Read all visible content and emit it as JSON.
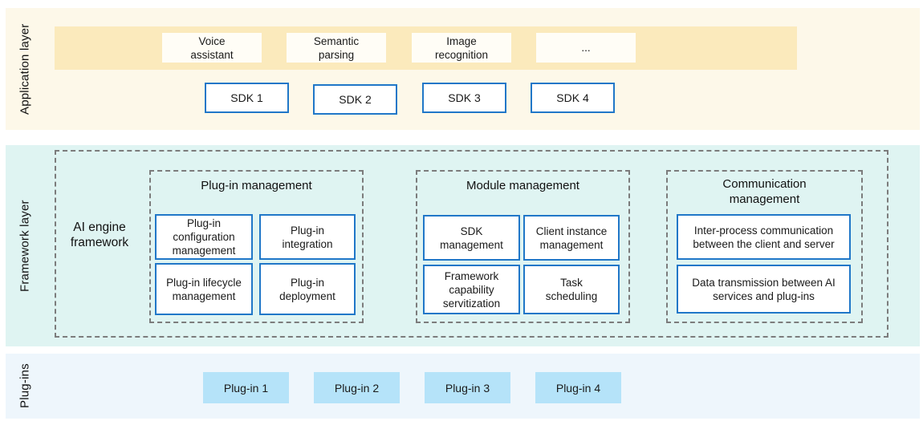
{
  "layers": {
    "application": {
      "label": "Application layer",
      "apps": [
        "Voice assistant",
        "Semantic parsing",
        "Image recognition",
        "..."
      ],
      "sdks": [
        "SDK 1",
        "SDK 2",
        "SDK 3",
        "SDK 4"
      ]
    },
    "framework": {
      "label": "Framework layer",
      "engine_label": "AI engine framework",
      "groups": [
        {
          "title": "Plug-in management",
          "items": [
            "Plug-in configuration management",
            "Plug-in integration",
            "Plug-in lifecycle management",
            "Plug-in deployment"
          ]
        },
        {
          "title": "Module management",
          "items": [
            "SDK management",
            "Client instance management",
            "Framework capability servitization",
            "Task scheduling"
          ]
        },
        {
          "title": "Communication management",
          "items": [
            "Inter-process communication between the client and server",
            "Data transmission between AI services and plug-ins"
          ]
        }
      ]
    },
    "plugins": {
      "label": "Plug-ins",
      "items": [
        "Plug-in 1",
        "Plug-in 2",
        "Plug-in 3",
        "Plug-in 4"
      ]
    }
  },
  "colors": {
    "app_section_bg": "#fdf8e9",
    "app_band_bg": "#fbeabc",
    "app_box_bg": "#fffdf6",
    "framework_section_bg": "#dff4f2",
    "plugins_section_bg": "#eef6fc",
    "plugin_chip_bg": "#b5e3f9",
    "box_border_blue": "#2077c8",
    "dashed_border_gray": "#7c7c7c",
    "text": "#1a1a1a"
  }
}
